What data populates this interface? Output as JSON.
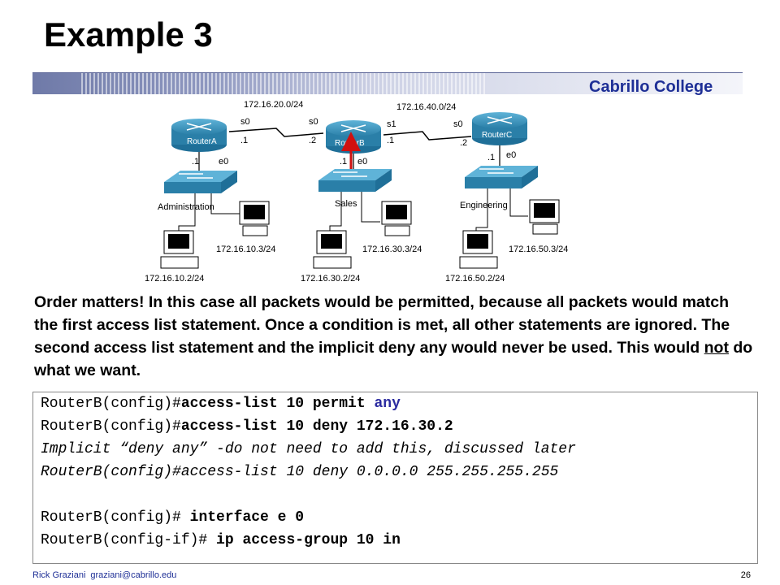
{
  "slide": {
    "title": "Example 3",
    "brand": "Cabrillo College"
  },
  "diagram": {
    "networks": {
      "ab": "172.16.20.0/24",
      "bc": "172.16.40.0/24"
    },
    "routers": {
      "a": "RouterA",
      "b": "RouterB",
      "c": "RouterC"
    },
    "interfaces": {
      "a_s0": "s0",
      "a_s0_ip": ".1",
      "a_e0_ip": ".1",
      "a_e0": "e0",
      "b_s0": "s0",
      "b_s0_ip": ".2",
      "b_s1": "s1",
      "b_s1_ip": ".1",
      "b_e0_ip": ".1",
      "b_e0": "e0",
      "c_s0": "s0",
      "c_s0_ip": ".2",
      "c_e0_ip": ".1",
      "c_e0": "e0"
    },
    "lans": {
      "a": "Administration",
      "b": "Sales",
      "c": "Engineering"
    },
    "hosts": {
      "a_top": "172.16.10.3/24",
      "a_bot": "172.16.10.2/24",
      "b_top": "172.16.30.3/24",
      "b_bot": "172.16.30.2/24",
      "c_top": "172.16.50.3/24",
      "c_bot": "172.16.50.2/24"
    }
  },
  "description": {
    "part1": "Order matters!  In this case all packets would be permitted, because all packets would match the first access list statement. Once a condition is met, all other statements are ignored.  The second access list statement and the implicit deny any would never be used.  This would ",
    "emph": "not",
    "part2": " do what we want."
  },
  "code": {
    "l1_prompt": "RouterB(config)#",
    "l1_cmd": "access-list 10 permit ",
    "l1_kw": "any",
    "l2_prompt": "RouterB(config)#",
    "l2_cmd": "access-list 10 deny 172.16.30.2",
    "l3": "Implicit “deny any” -do not need to add this, discussed later",
    "l4": "RouterB(config)#access-list 10 deny 0.0.0.0 255.255.255.255",
    "l5_prompt": "RouterB(config)# ",
    "l5_cmd": "interface e 0",
    "l6_prompt": "RouterB(config-if)# ",
    "l6_cmd": "ip access-group 10 in"
  },
  "footer": {
    "author": "Rick Graziani",
    "email": "graziani@cabrillo.edu",
    "page": "26"
  },
  "colors": {
    "brand": "#1e2f96",
    "router": "#2a7fa8",
    "arrow": "#d01010",
    "keyword": "#2b2ba0"
  }
}
